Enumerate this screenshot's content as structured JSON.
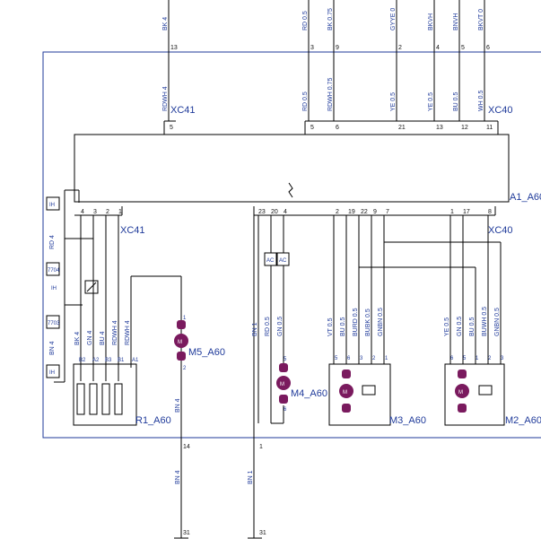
{
  "top_wires": [
    {
      "label": "BK 4",
      "pin": "13"
    },
    {
      "label": "RD 0.5",
      "pin": "3"
    },
    {
      "label": "BK 0.75",
      "pin": "9"
    },
    {
      "label": "GYYE 0",
      "pin": "2"
    },
    {
      "label": "BKVH",
      "pin": "4"
    },
    {
      "label": "BNVH",
      "pin": "5"
    },
    {
      "label": "BKVT 0",
      "pin": "6"
    }
  ],
  "connectors": {
    "xc41_top": "XC41",
    "xc40_top": "XC40",
    "xc41_bottom": "XC41",
    "xc40_bottom": "XC40"
  },
  "xc41_top_wire": {
    "label": "RDWH 4",
    "pin": "5"
  },
  "xc40_top_wires": [
    {
      "label": "RD 0.5",
      "pin": "5"
    },
    {
      "label": "RDWH 0.75",
      "pin": "6"
    },
    {
      "label": "YE 0.5",
      "pin": "21"
    },
    {
      "label": "YE 0.5",
      "pin": "13"
    },
    {
      "label": "BU 0.5",
      "pin": "12"
    },
    {
      "label": "WH 0.5",
      "pin": "11"
    }
  ],
  "module": {
    "name": "A1_A60"
  },
  "bottom_pins_left": [
    "4",
    "3",
    "2",
    "1"
  ],
  "bottom_pins_mid": [
    "23",
    "20",
    "4"
  ],
  "bottom_pins_right1": [
    "2",
    "19",
    "22",
    "9",
    "7"
  ],
  "bottom_pins_right2": [
    "1",
    "17",
    "8"
  ],
  "left_components": [
    "IH",
    "7704",
    "IH",
    "7703",
    "IH"
  ],
  "left_wire_labels": [
    "RD 4",
    "BN 4"
  ],
  "r1": {
    "name": "R1_A60",
    "pins": [
      "B2",
      "A2",
      "B3",
      "B1",
      "A1"
    ],
    "wires": [
      "BK 4",
      "GN 4",
      "BU 4",
      "RDWH 4",
      "RDWH 4"
    ]
  },
  "m5": {
    "name": "M5_A60",
    "pin_top": "1",
    "pin_bottom": "2",
    "wire": "BN 4"
  },
  "m4": {
    "name": "M4_A60",
    "pin_top": "5",
    "pin_bottom": "6",
    "wires": [
      "BN 1",
      "RD 0.5",
      "GN 0.5"
    ],
    "ac_labels": [
      "AC",
      "AC"
    ]
  },
  "m3": {
    "name": "M3_A60",
    "pins": [
      "5",
      "6",
      "3",
      "2",
      "1"
    ],
    "wires": [
      "VT 0.5",
      "BU 0.5",
      "BURD 0.5",
      "BUBK 0.5",
      "GNBN 0.5"
    ]
  },
  "m2": {
    "name": "M2_A60",
    "pins": [
      "6",
      "5",
      "1",
      "2",
      "3"
    ],
    "wires": [
      "YE 0.5",
      "GN 0.5",
      "BU 0.5",
      "BUWH 0.5",
      "GNBN 0.5"
    ]
  },
  "ground_left": {
    "wire": "BN 4",
    "pin_top": "14",
    "pin_bottom": "31"
  },
  "ground_right": {
    "wire": "BN 1",
    "pin_top": "1",
    "pin_bottom": "31"
  }
}
